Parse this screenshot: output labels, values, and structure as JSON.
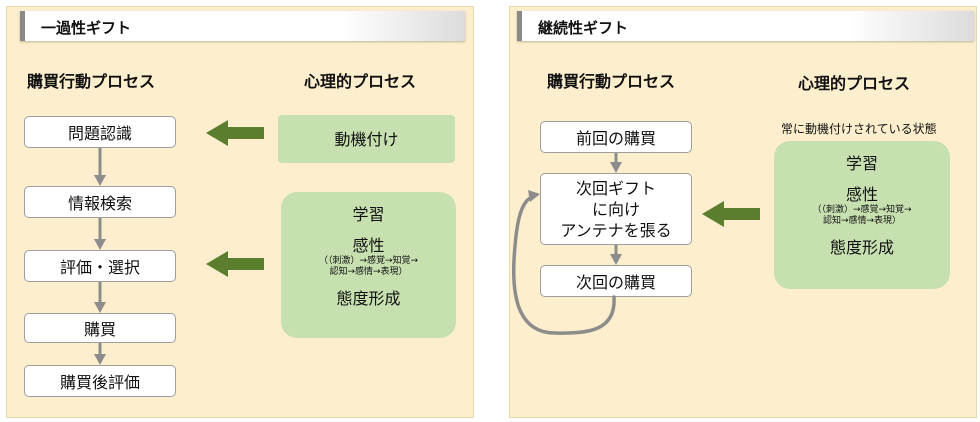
{
  "left": {
    "title": "一過性ギフト",
    "col1_heading": "購買行動プロセス",
    "col2_heading": "心理的プロセス",
    "steps": [
      "問題認識",
      "情報検索",
      "評価・選択",
      "購買",
      "購買後評価"
    ],
    "motivation": "動機付け",
    "learning": "学習",
    "sensibility": "感性",
    "sens_detail_1": "（（刺激）→感覚→知覚→",
    "sens_detail_2": "認知→感情→表現）",
    "attitude": "態度形成"
  },
  "right": {
    "title": "継続性ギフト",
    "col1_heading": "購買行動プロセス",
    "col2_heading": "心理的プロセス",
    "step_prev": "前回の購買",
    "step_mid_1": "次回ギフト",
    "step_mid_2": "に向け",
    "step_mid_3": "アンテナを張る",
    "step_next": "次回の購買",
    "state_note": "常に動機付けされている状態",
    "learning": "学習",
    "sensibility": "感性",
    "sens_detail_1": "（（刺激）→感覚→知覚→",
    "sens_detail_2": "認知→感情→表現）",
    "attitude": "態度形成"
  },
  "colors": {
    "panel_bg": "#fdefcd",
    "green_box": "#c7e0b0",
    "green_arrow": "#5a7d2e",
    "gray_arrow": "#8c8c8c"
  }
}
